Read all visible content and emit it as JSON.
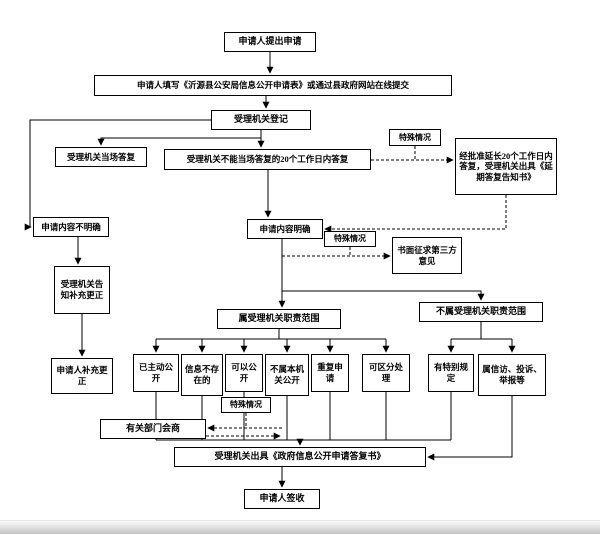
{
  "flowchart": {
    "nodes": {
      "apply": "申请人提出申请",
      "fill_form": "申请人填写《沂源县公安局信息公开申请表》或通过县政府网站在线提交",
      "register": "受理机关登记",
      "special_case_1": "特殊情况",
      "onspot_reply": "受理机关当场答复",
      "not_onspot_reply": "受理机关不能当场答复的20个工作日内答复",
      "extend_reply": "经批准延长20个工作日内答复，受理机关出具《延期答复告知书》",
      "content_unclear": "申请内容不明确",
      "content_clear": "申请内容明确",
      "special_case_2": "特殊情况",
      "third_party": "书面征求第三方意见",
      "inform_supplement": "受理机关告知补充更正",
      "in_scope": "属受理机关职责范围",
      "out_scope": "不属受理机关职责范围",
      "applicant_supplement": "申请人补充更正",
      "already_public": "已主动公开",
      "info_not_exist": "信息不存在的",
      "can_public": "可以公开",
      "not_this_org": "不属本机关公开",
      "repeat_apply": "重复申请",
      "separable": "可区分处理",
      "special_rule": "有特别规定",
      "petition": "属信访、投诉、举报等",
      "special_case_3": "特殊情况",
      "consult": "有关部门会商",
      "issue_reply": "受理机关出具《政府信息公开申请答复书》",
      "sign_receive": "申请人签收"
    },
    "colors": {
      "line": "#000000",
      "border": "#000000",
      "background": "#ffffff",
      "text": "#000000"
    }
  }
}
